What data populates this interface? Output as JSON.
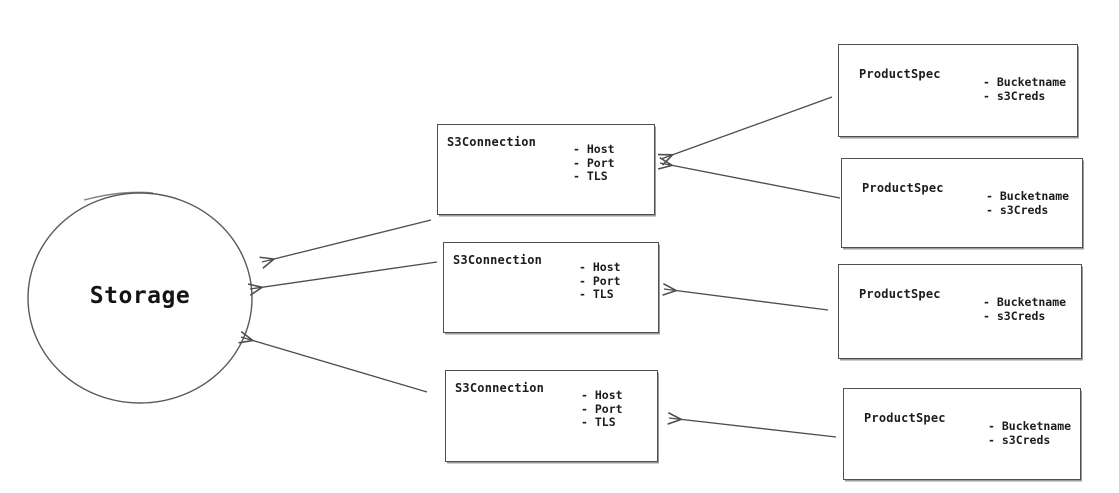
{
  "diagram": {
    "storage": {
      "label": "Storage"
    },
    "s3_connections": [
      {
        "title": "S3Connection",
        "attributes": [
          "- Host",
          "- Port",
          "- TLS"
        ]
      },
      {
        "title": "S3Connection",
        "attributes": [
          "- Host",
          "- Port",
          "- TLS"
        ]
      },
      {
        "title": "S3Connection",
        "attributes": [
          "- Host",
          "- Port",
          "- TLS"
        ]
      }
    ],
    "product_specs": [
      {
        "title": "ProductSpec",
        "attributes": [
          "- Bucketname",
          "- s3Creds"
        ]
      },
      {
        "title": "ProductSpec",
        "attributes": [
          "- Bucketname",
          "- s3Creds"
        ]
      },
      {
        "title": "ProductSpec",
        "attributes": [
          "- Bucketname",
          "- s3Creds"
        ]
      },
      {
        "title": "ProductSpec",
        "attributes": [
          "- Bucketname",
          "- s3Creds"
        ]
      }
    ],
    "edges": [
      {
        "from": "product-spec-1",
        "to": "s3-connection-1"
      },
      {
        "from": "product-spec-2",
        "to": "s3-connection-1"
      },
      {
        "from": "product-spec-3",
        "to": "s3-connection-2"
      },
      {
        "from": "product-spec-4",
        "to": "s3-connection-3"
      },
      {
        "from": "s3-connection-1",
        "to": "storage"
      },
      {
        "from": "s3-connection-2",
        "to": "storage"
      },
      {
        "from": "s3-connection-3",
        "to": "storage"
      }
    ],
    "colors": {
      "background": "#ffffff",
      "stroke": "#4d4d4d",
      "text": "#1c1c1c"
    }
  }
}
